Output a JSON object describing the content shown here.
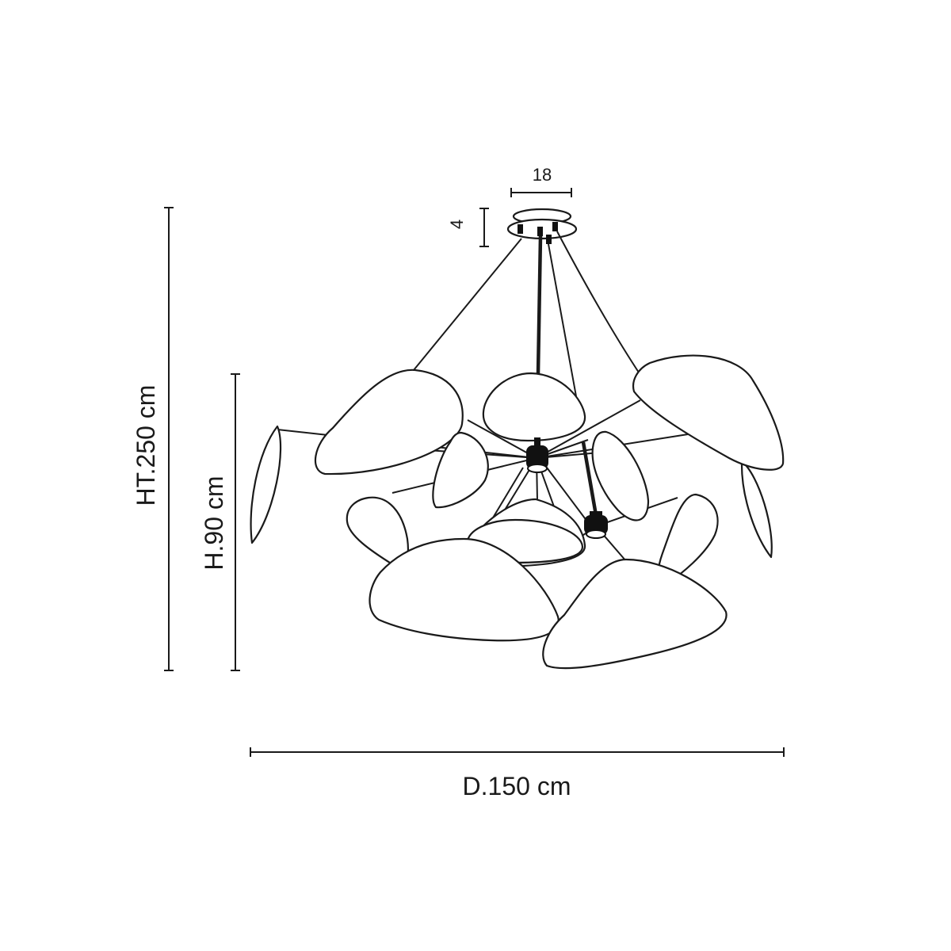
{
  "dimensions": {
    "canopy_width": "18",
    "canopy_height": "4",
    "total_height": "HT.250 cm",
    "body_height": "H.90 cm",
    "diameter": "D.150 cm"
  }
}
